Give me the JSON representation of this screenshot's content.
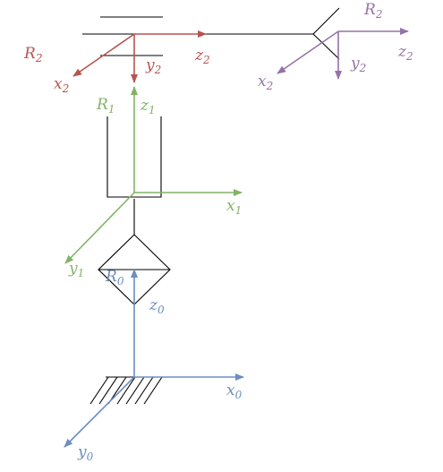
{
  "colors": {
    "mechanism": "#000000",
    "frame_0": "#6c8ebf",
    "frame_1": "#82b366",
    "frame_2_red": "#b85450",
    "frame_2_purple": "#9673a6"
  },
  "frames": {
    "R0": {
      "name": "R",
      "sub": "0",
      "axes": {
        "x": {
          "base": "x",
          "sub": "0"
        },
        "y": {
          "base": "y",
          "sub": "0"
        },
        "z": {
          "base": "z",
          "sub": "0"
        }
      }
    },
    "R1": {
      "name": "R",
      "sub": "1",
      "axes": {
        "x": {
          "base": "x",
          "sub": "1"
        },
        "y": {
          "base": "y",
          "sub": "1"
        },
        "z": {
          "base": "z",
          "sub": "1"
        }
      }
    },
    "R2_red": {
      "name": "R",
      "sub": "2",
      "axes": {
        "x": {
          "base": "x",
          "sub": "2"
        },
        "y": {
          "base": "y",
          "sub": "2"
        },
        "z": {
          "base": "z",
          "sub": "2"
        }
      }
    },
    "R2_purple": {
      "name": "R",
      "sub": "2",
      "axes": {
        "x": {
          "base": "x",
          "sub": "2"
        },
        "y": {
          "base": "y",
          "sub": "2"
        },
        "z": {
          "base": "z",
          "sub": "2"
        }
      }
    }
  }
}
